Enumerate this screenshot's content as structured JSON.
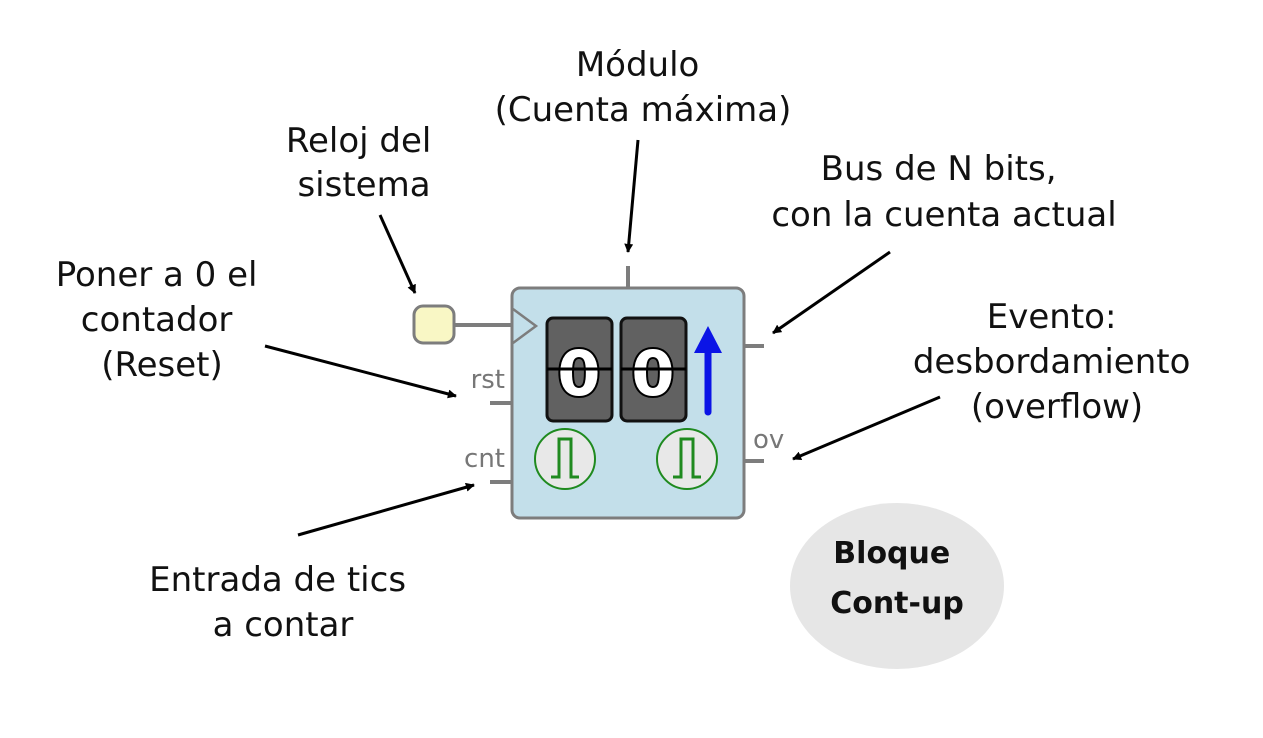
{
  "labels": {
    "modulo": [
      "Módulo",
      "(Cuenta máxima)"
    ],
    "reloj": [
      "Reloj del",
      "sistema"
    ],
    "bus": [
      "Bus de N bits,",
      "con la cuenta actual"
    ],
    "reset": [
      "Poner a 0 el",
      "contador",
      "(Reset)"
    ],
    "evento": [
      "Evento:",
      "desbordamiento",
      "(overflow)"
    ],
    "entrada": [
      "Entrada de tics",
      "a contar"
    ]
  },
  "ports": {
    "rst": "rst",
    "cnt": "cnt",
    "ov": "ov"
  },
  "display": {
    "digit1": "0",
    "digit2": "0"
  },
  "badge": [
    "Bloque",
    "Cont-up"
  ],
  "colors": {
    "block_fill": "#c3dfea",
    "block_stroke": "#7d7d7d",
    "arrow_up": "#0b14e6",
    "pulse": "#1f8a1f",
    "clock_fill": "#f9f7c5",
    "badge_fill": "#e6e6e6"
  }
}
